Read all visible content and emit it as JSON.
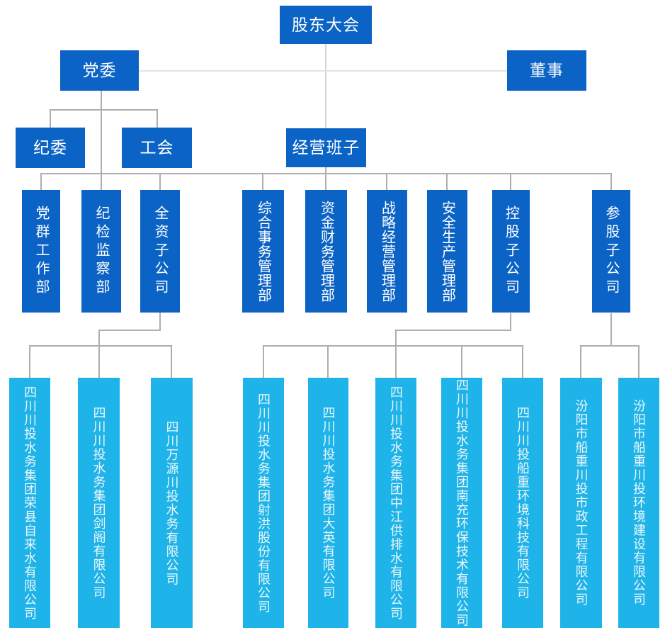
{
  "colors": {
    "primary_blue": "#0b63c6",
    "light_blue": "#1eb4e9",
    "line_gray": "#aeaeae",
    "line_light_gray": "#d4d4d4",
    "line_lighter_gray": "#e4e4e4"
  },
  "chart": {
    "nodes": {
      "shareholders_meeting": "股东大会",
      "party_committee": "党委",
      "directors": "董事",
      "discipline_committee": "纪委",
      "labor_union": "工会",
      "management_team": "经营班子"
    },
    "departments": [
      "党群工作部",
      "纪检监察部",
      "全资子公司",
      "综合事务管理部",
      "资金财务管理部",
      "战略经营管理部",
      "安全生产管理部",
      "控股子公司",
      "参股子公司"
    ],
    "companies": {
      "wholly_owned": [
        "四川川投水务集团荣县自来水有限公司",
        "四川川投水务集团剑阁有限公司",
        "四川万源川投水务有限公司"
      ],
      "holding": [
        "四川川投水务集团射洪股份有限公司",
        "四川川投水务集团大英有限公司",
        "四川川投水务集团中江供排水有限公司",
        "四川川投水务集团南充环保技术有限公司",
        "四川川投船重环境科技有限公司"
      ],
      "participating": [
        "汾阳市船重川投市政工程有限公司",
        "汾阳市船重川投环境建设有限公司"
      ]
    }
  }
}
